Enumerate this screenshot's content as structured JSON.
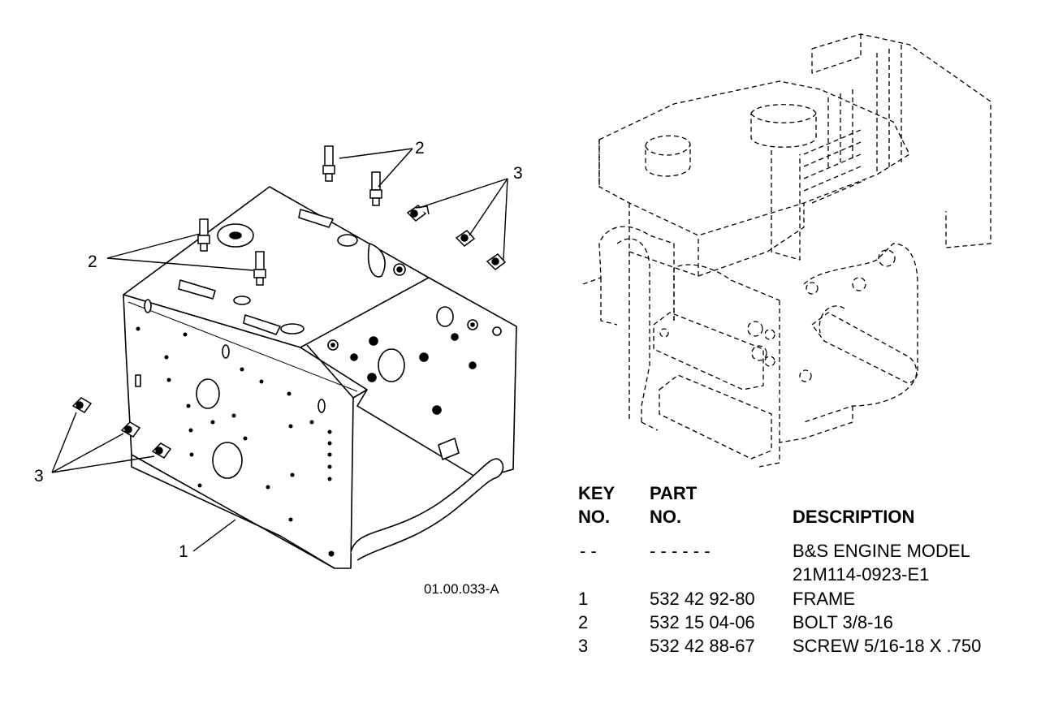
{
  "callouts": {
    "frame": "1",
    "bolt": "2",
    "screw": "3"
  },
  "figure_code": "01.00.033-A",
  "table": {
    "headers": {
      "key_line1": "KEY",
      "key_line2": "NO.",
      "part_line1": "PART",
      "part_line2": "NO.",
      "description": "DESCRIPTION"
    },
    "rows": [
      {
        "key": "- -",
        "part": "- - - - - -",
        "desc_line1": "B&S ENGINE MODEL",
        "desc_line2": "21M114-0923-E1"
      },
      {
        "key": "1",
        "part": "532 42 92-80",
        "desc_line1": "FRAME"
      },
      {
        "key": "2",
        "part": "532 15 04-06",
        "desc_line1": "BOLT 3/8-16"
      },
      {
        "key": "3",
        "part": "532 42 88-67",
        "desc_line1": "SCREW 5/16-18 X .750"
      }
    ]
  }
}
